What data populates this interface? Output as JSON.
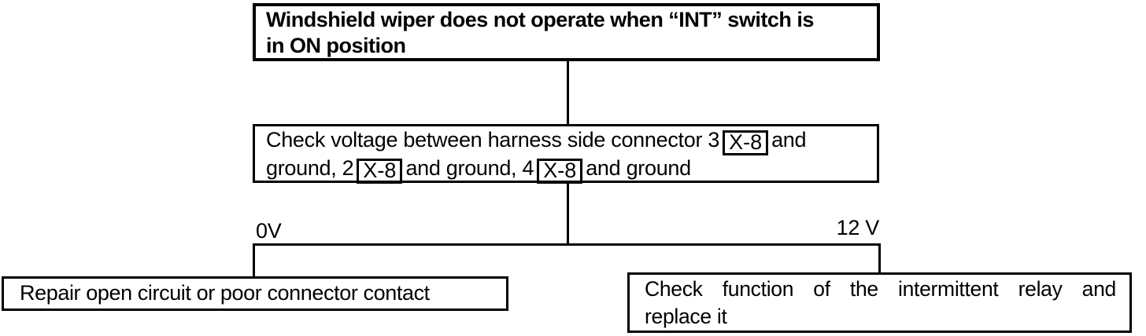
{
  "flowchart": {
    "start": {
      "line1": "Windshield wiper does not operate when “INT” switch is",
      "line2": "in ON position"
    },
    "check": {
      "line1_pre": "Check voltage between harness side connector 3",
      "connector1": "X-8",
      "line1_post": "and",
      "line2_pre": "ground, 2",
      "connector2": "X-8",
      "line2_mid": "and ground, 4",
      "connector3": "X-8",
      "line2_post": "and ground"
    },
    "branches": {
      "left_label": "0V",
      "right_label": "12 V"
    },
    "result_left": {
      "text": "Repair open circuit or poor connector contact"
    },
    "result_right": {
      "line1": "Check function of the intermittent relay and",
      "line2": "replace it"
    },
    "colors": {
      "ink": "#000000",
      "background": "#ffffff"
    }
  }
}
